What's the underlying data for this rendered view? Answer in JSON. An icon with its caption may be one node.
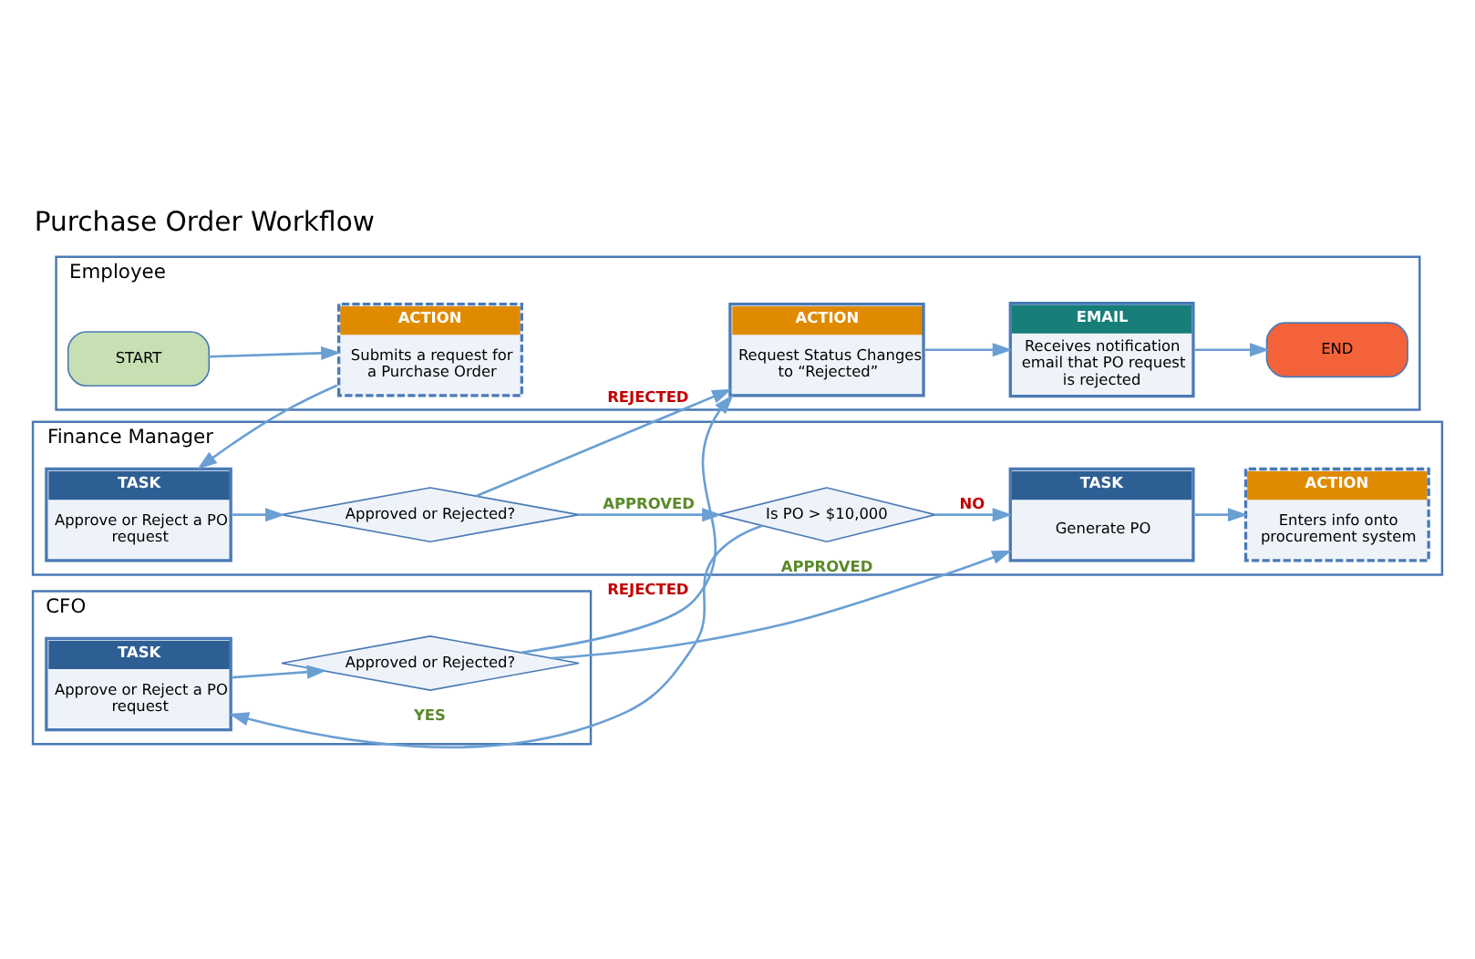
{
  "diagram": {
    "title": "Purchase Order Workflow",
    "nodes": [
      {
        "text": [
          "Employee"
        ]
      },
      {
        "text": [
          "START"
        ],
        "in": 0
      },
      {
        "text": [
          "ACTION",
          "Submits a request for a Purchase Order"
        ],
        "in": 0
      },
      {
        "text": [
          "ACTION",
          "Request Status Changes to “Rejected”"
        ],
        "in": 0
      },
      {
        "text": [
          "EMAIL",
          "Receives notification email that PO request is rejected"
        ],
        "in": 0
      },
      {
        "text": [
          "END"
        ],
        "in": 0
      },
      {
        "text": [
          "Finance Manager"
        ]
      },
      {
        "text": [
          "TASK",
          "Approve or Reject a PO request"
        ],
        "in": 6
      },
      {
        "text": [
          "Approved or Rejected?"
        ],
        "in": 6
      },
      {
        "text": [
          "Is PO > $10,000"
        ],
        "in": 6
      },
      {
        "text": [
          "TASK",
          "Generate PO"
        ],
        "in": 6
      },
      {
        "text": [
          "ACTION",
          "Enters info onto procurement system"
        ],
        "in": 6
      },
      {
        "text": [
          "CFO"
        ]
      },
      {
        "text": [
          "TASK",
          "Approve or Reject a PO request"
        ],
        "in": 12
      },
      {
        "text": [
          "Approved or Rejected?"
        ],
        "in": 12
      }
    ],
    "edges": [
      {
        "from": 1,
        "to": 2,
        "arrow": "to"
      },
      {
        "from": 2,
        "to": 7,
        "arrow": "to"
      },
      {
        "from": 8,
        "to": 3,
        "arrow": "to",
        "label": "REJECTED"
      },
      {
        "from": 3,
        "to": 4,
        "arrow": "to"
      },
      {
        "from": 4,
        "to": 5,
        "arrow": "to"
      },
      {
        "from": 7,
        "to": 8,
        "arrow": "to"
      },
      {
        "from": 8,
        "to": 9,
        "arrow": "to",
        "label": "APPROVED"
      },
      {
        "from": 9,
        "to": 10,
        "arrow": "to",
        "label": "NO"
      },
      {
        "from": 10,
        "to": 11,
        "arrow": "to"
      },
      {
        "from": 9,
        "to": 13,
        "arrow": "to",
        "label": "YES"
      },
      {
        "from": 13,
        "to": 14,
        "arrow": "to"
      },
      {
        "from": 14,
        "to": 10,
        "arrow": "to",
        "label": "APPROVED"
      },
      {
        "from": 14,
        "to": 3,
        "arrow": "to",
        "label": "REJECTED"
      }
    ]
  }
}
